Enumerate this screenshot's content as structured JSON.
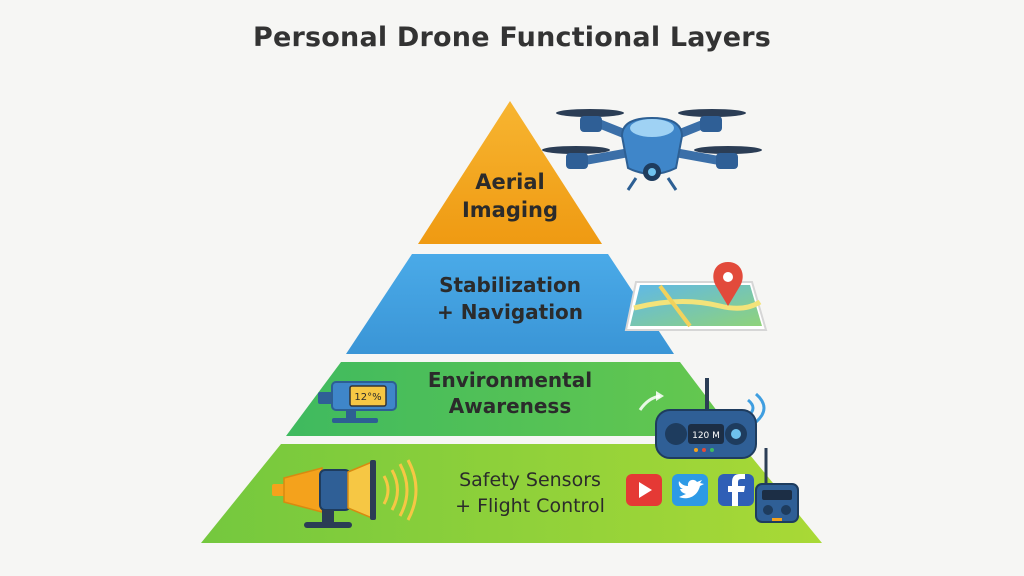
{
  "title": "Personal Drone Functional Layers",
  "layers": [
    {
      "line1": "Aerial",
      "line2": "Imaging",
      "color": "#f4a21c"
    },
    {
      "line1": "Stabilization",
      "line2": "+ Navigation",
      "color": "#3f9ee0"
    },
    {
      "line1": "Environmental",
      "line2": "Awareness",
      "color": "#3fba5f"
    },
    {
      "line1": "Safety Sensors",
      "line2": "+ Flight Control",
      "color": "#7ccb3a"
    }
  ],
  "thermal_readout": "12°%",
  "remote_display": "120 M",
  "icons": [
    "drone-icon",
    "map-pin-icon",
    "thermal-camera-icon",
    "radar-emitter-icon",
    "remote-controller-icon",
    "youtube-icon",
    "twitter-icon",
    "facebook-icon",
    "radio-transmitter-icon"
  ]
}
